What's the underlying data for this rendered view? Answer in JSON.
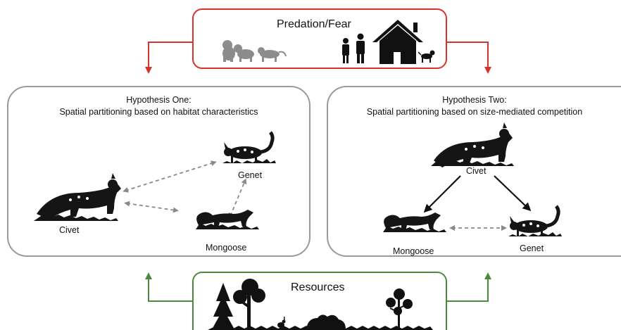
{
  "predation": {
    "title": "Predation/Fear"
  },
  "resources": {
    "title": "Resources"
  },
  "hypothesis_one": {
    "title": "Hypothesis One:",
    "subtitle": "Spatial partitioning based on habitat characteristics",
    "labels": {
      "genet": "Genet",
      "civet": "Civet",
      "mongoose": "Mongoose"
    }
  },
  "hypothesis_two": {
    "title": "Hypothesis Two:",
    "subtitle": "Spatial partitioning based on size-mediated competition",
    "labels": {
      "civet": "Civet",
      "mongoose": "Mongoose",
      "genet": "Genet"
    }
  },
  "colors": {
    "predation_red": "#d9312b",
    "resources_green": "#4a8a3a",
    "panel_grey": "#9a9a9a",
    "dashed_arrow": "#8a8a8a"
  }
}
